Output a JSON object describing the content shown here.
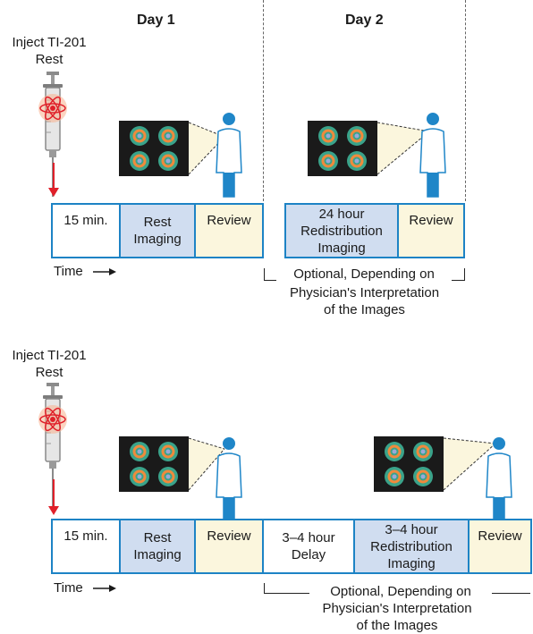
{
  "top": {
    "day1_label": "Day 1",
    "day2_label": "Day 2",
    "inject_line1": "Inject TI-201",
    "inject_line2": "Rest",
    "time_label": "Time",
    "day1_cells": [
      "15 min.",
      "Rest\nImaging",
      "Review"
    ],
    "day2_cells": [
      "24 hour\nRedistribution\nImaging",
      "Review"
    ],
    "note_line1": "Optional, Depending on",
    "note_line2": "Physician's Interpretation",
    "note_line3": "of the Images"
  },
  "bottom": {
    "inject_line1": "Inject TI-201",
    "inject_line2": "Rest",
    "time_label": "Time",
    "cells": [
      "15 min.",
      "Rest\nImaging",
      "Review",
      "3–4 hour\nDelay",
      "3–4 hour\nRedistribution\nImaging",
      "Review"
    ],
    "note_line1": "Optional, Depending on",
    "note_line2": "Physician's Interpretation",
    "note_line3": "of the Images"
  },
  "colors": {
    "box_border": "#1d83c5",
    "imaging_fill": "#d0ddf0",
    "review_fill": "#fbf6dd",
    "arrow": "#e0202a",
    "physician": "#1f86c8"
  },
  "icons": [
    "syringe-icon",
    "atom-icon",
    "scan-monitor-icon",
    "physician-icon",
    "arrow-down-icon",
    "arrow-right-icon"
  ]
}
